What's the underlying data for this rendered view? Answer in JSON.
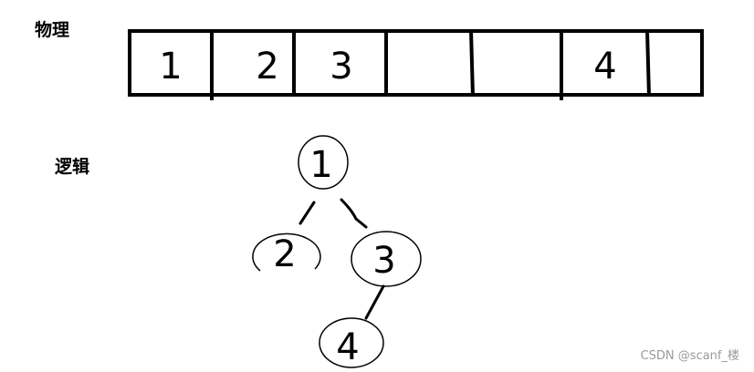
{
  "labels": {
    "physical": "物理",
    "logical": "逻辑"
  },
  "array": {
    "cells": [
      "1",
      "2",
      "3",
      "",
      "",
      "4",
      ""
    ]
  },
  "tree": {
    "nodes": [
      {
        "id": "n1",
        "value": "1"
      },
      {
        "id": "n2",
        "value": "2"
      },
      {
        "id": "n3",
        "value": "3"
      },
      {
        "id": "n4",
        "value": "4"
      }
    ],
    "edges": [
      {
        "from": "n1",
        "to": "n2"
      },
      {
        "from": "n1",
        "to": "n3"
      },
      {
        "from": "n3",
        "to": "n4"
      }
    ]
  },
  "watermark": "CSDN @scanf_楼"
}
